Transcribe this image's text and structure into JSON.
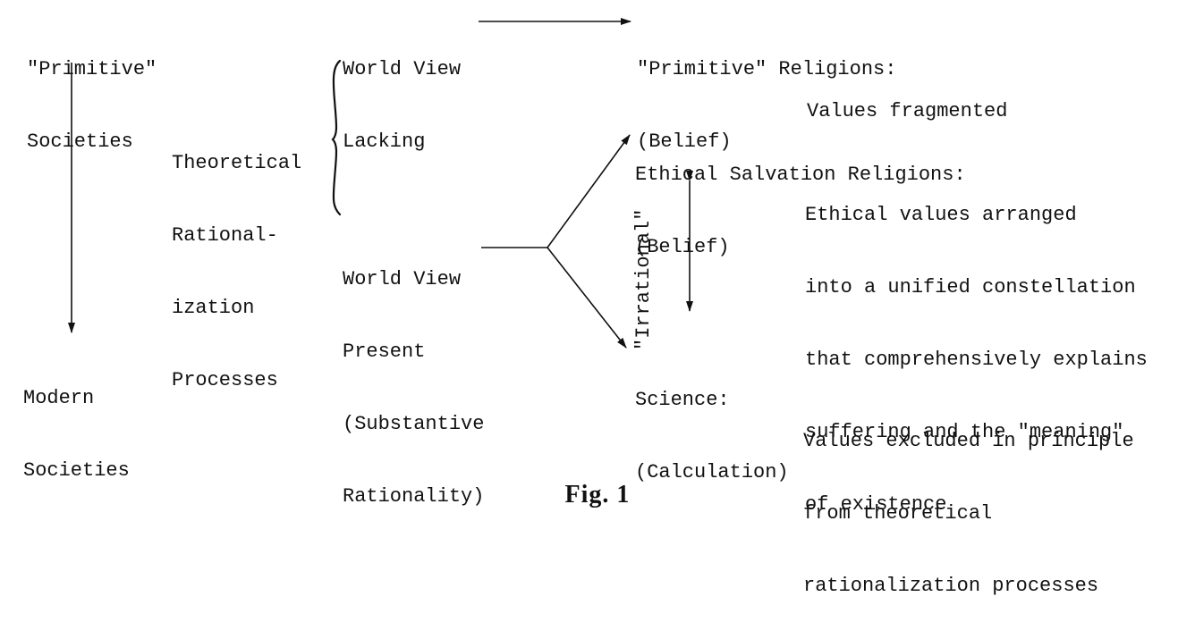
{
  "societies": {
    "primitive": [
      "\"Primitive\"",
      "Societies"
    ],
    "modern": [
      "Modern",
      "Societies"
    ]
  },
  "theoretical": [
    "Theoretical",
    "Rational-",
    "ization",
    "Processes"
  ],
  "world_view_lacking": [
    "World View",
    "Lacking"
  ],
  "world_view_present": [
    "World View",
    "Present",
    "(Substantive",
    "Rationality)"
  ],
  "primitive_religions": [
    "\"Primitive\" Religions:",
    "(Belief)"
  ],
  "values_fragmented": "Values fragmented",
  "ethical_religions": [
    "Ethical Salvation Religions:",
    "(Belief)"
  ],
  "ethical_values": [
    "Ethical values arranged",
    "into a unified constellation",
    "that comprehensively explains",
    "suffering and the \"meaning\"",
    "of existence"
  ],
  "irrational": "\"Irrational\"",
  "science": [
    "Science:",
    "(Calculation)"
  ],
  "values_excluded": [
    "Values excluded in principle",
    "from theoretical",
    "rationalization processes"
  ],
  "caption": "Fig. 1"
}
